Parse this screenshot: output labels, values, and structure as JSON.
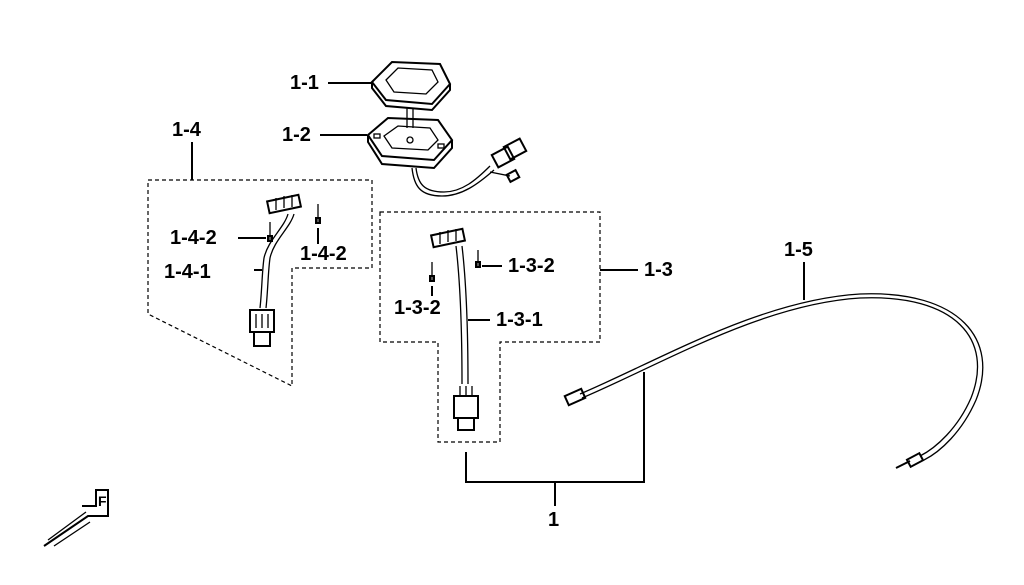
{
  "labels": {
    "assembly": "1",
    "meter": "1-1",
    "meter_case": "1-2",
    "sensor_kit": "1-3",
    "sensor_wire": "1-3-1",
    "sensor_screw_right": "1-3-2",
    "sensor_screw_left": "1-3-2",
    "switch_kit": "1-4",
    "switch_wire": "1-4-1",
    "switch_screw_left": "1-4-2",
    "switch_screw_right": "1-4-2",
    "speedo_cable": "1-5"
  },
  "direction_mark": "F"
}
